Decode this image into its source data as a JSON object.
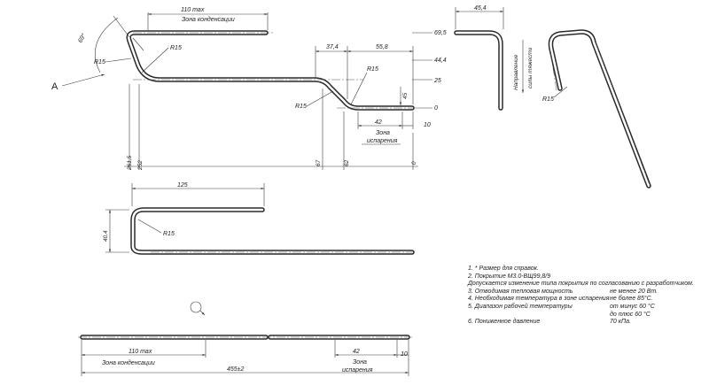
{
  "view_a_label": "A",
  "angle_label": "69°",
  "front_view": {
    "dim_top": "110 max",
    "zone_condensation": "Зона конденсации",
    "r15_a": "R15",
    "r15_b": "R15",
    "r15_c": "R15",
    "r15_d": "R15",
    "dim_37": "37,4",
    "dim_55": "55,8",
    "dim_45": "45",
    "dim_42": "42",
    "dim_10": "10",
    "zone_evaporation_1": "Зона",
    "zone_evaporation_2": "испарения",
    "v_695": "69,5",
    "v_444": "44,4",
    "v_25": "25",
    "v_0": "0",
    "h_2615": "261,5",
    "h_252": "252",
    "h_67": "67",
    "h_62": "62",
    "h_0": "0"
  },
  "side_view": {
    "dim_454": "45,4",
    "force_dir_1": "Направление",
    "force_dir_2": "силы тяжести"
  },
  "iso_view": {
    "r15": "R15"
  },
  "top_view": {
    "dim_125": "125",
    "dim_404": "40,4",
    "r15": "R15"
  },
  "bottom_view": {
    "dim_110": "110 max",
    "zone_condensation": "Зона конденсации",
    "dim_42": "42",
    "dim_10": "10",
    "zone_evap_1": "Зона",
    "zone_evap_2": "испарения",
    "dim_total": "455±2"
  },
  "notes": {
    "n1": "1. * Размер для справок.",
    "n2": "2. Покрытие М3.0-ВЩ99,8/9",
    "n2b": "Допускается изменение типа покрытия по согласованию с разработчиком.",
    "n3_label": "3. Отводимая тепловая мощность",
    "n3_value": "не менее 20 Вт.",
    "n4_label": "4. Необходимая температура в зоне испарения",
    "n4_value": "не более 85°С.",
    "n5_label": "5. Диапазон рабочей температуры",
    "n5_value_a": "от минус 60 °С",
    "n5_value_b": "до плюс 60 °С",
    "n6_label": "6. Пониженное давление",
    "n6_value": "70 кПа."
  }
}
